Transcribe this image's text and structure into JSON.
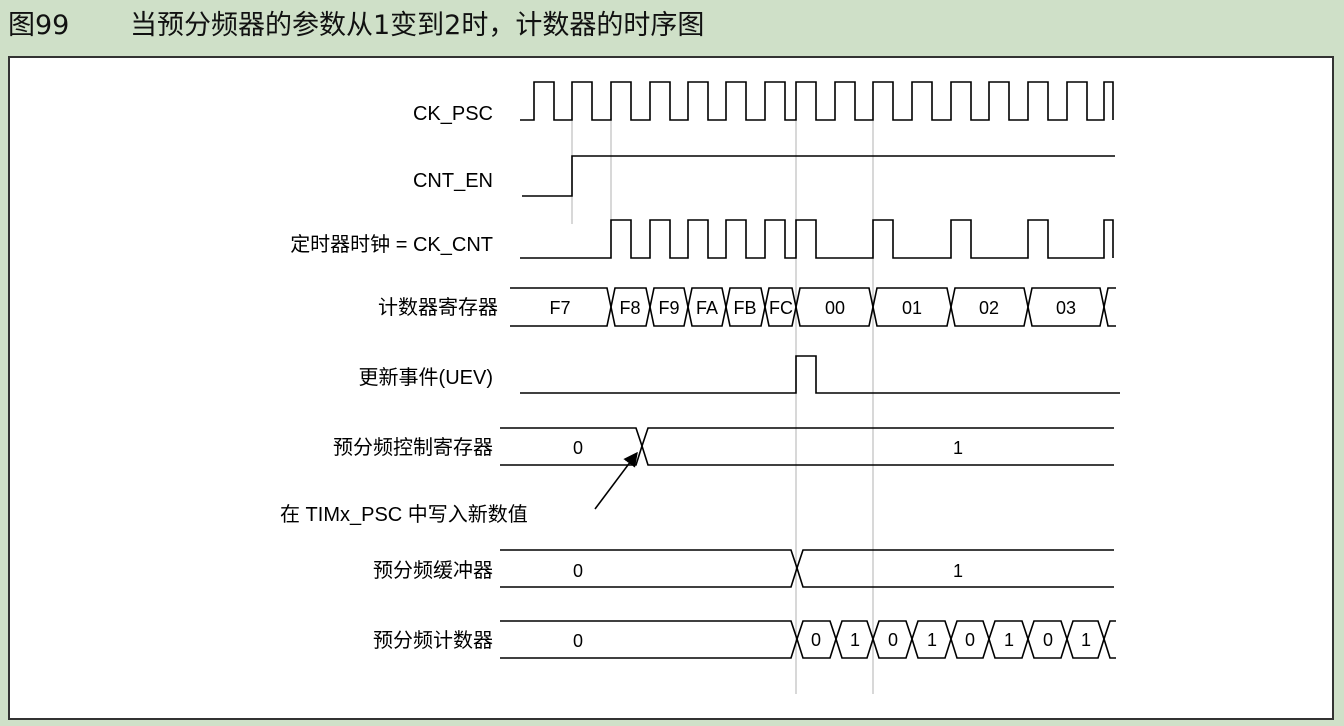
{
  "figure": {
    "number": "图99",
    "title": "当预分频器的参数从1变到2时，计数器的时序图"
  },
  "signals": {
    "ck_psc": "CK_PSC",
    "cnt_en": "CNT_EN",
    "ck_cnt": "定时器时钟 = CK_CNT",
    "counter_register": "计数器寄存器",
    "uev": "更新事件(UEV)",
    "psc_control": "预分频控制寄存器",
    "psc_buffer": "预分频缓冲器",
    "psc_counter": "预分频计数器"
  },
  "values": {
    "counter_register": [
      "F7",
      "F8",
      "F9",
      "FA",
      "FB",
      "FC",
      "00",
      "01",
      "02",
      "03"
    ],
    "psc_control": [
      "0",
      "1"
    ],
    "psc_buffer": [
      "0",
      "1"
    ],
    "psc_counter": [
      "0",
      "0",
      "1",
      "0",
      "1",
      "0",
      "1",
      "0",
      "1"
    ]
  },
  "annotation": {
    "write_note": "在 TIMx_PSC 中写入新数值"
  }
}
